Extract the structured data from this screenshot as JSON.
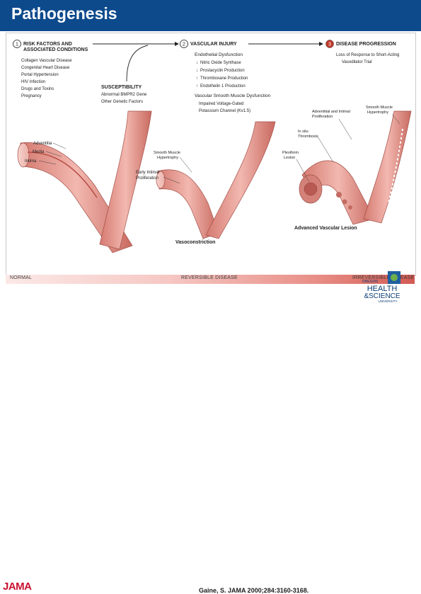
{
  "slide": {
    "title": "Pathogenesis"
  },
  "figure": {
    "steps": [
      {
        "num": "1",
        "heading_line1": "RISK FACTORS AND",
        "heading_line2": "ASSOCIATED CONDITIONS"
      },
      {
        "num": "2",
        "heading": "VASCULAR INJURY"
      },
      {
        "num": "3",
        "heading": "DISEASE PROGRESSION"
      }
    ],
    "risk_factors": [
      "Collagen Vascular Disease",
      "Congenital Heart Disease",
      "Portal Hypertension",
      "HIV Infection",
      "Drugs and Toxins",
      "Pregnancy"
    ],
    "susceptibility": {
      "heading": "SUSCEPTIBILITY",
      "line1": "Abnormal BMPR2 Gene",
      "line2": "Other Genetic Factors"
    },
    "endothelial": {
      "heading": "Endothelial Dysfunction",
      "items": [
        "Nitric Oxide Synthase",
        "Prostacyclin Production",
        "Thromboxane Production",
        "Endothelin 1 Production"
      ]
    },
    "vsm": {
      "heading": "Vascular Smooth Muscle Dysfunction",
      "line1": "Impaired Voltage-Gated",
      "line2": "Potassium Channel (Kv1.5)"
    },
    "progression": {
      "line1": "Loss of Response to Short-Acting",
      "line2": "Vasodilator Trial"
    },
    "vessel_labels": {
      "adventitia": "Adventitia",
      "media": "Media",
      "intima": "Intima",
      "smooth_muscle_hyp_1": "Smooth Muscle",
      "smooth_muscle_hyp_2": "Hypertrophy",
      "early_intimal_1": "Early Intimal",
      "early_intimal_2": "Proliferation",
      "vasoconstriction": "Vasoconstriction",
      "smooth_muscle_hyp_b1": "Smooth Muscle",
      "smooth_muscle_hyp_b2": "Hypertrophy",
      "adv_intimal_1": "Adventitial and Intimal",
      "adv_intimal_2": "Proliferation",
      "in_situ_1": "In situ",
      "in_situ_2": "Thrombosis",
      "plexiform_1": "Plexiform",
      "plexiform_2": "Lesion",
      "advanced": "Advanced Vascular Lesion"
    }
  },
  "stages": {
    "normal": "NORMAL",
    "reversible": "REVERSIBLE DISEASE",
    "irreversible": "IRREVERSIBLE DISEASE"
  },
  "footer": {
    "jama": "JAMA",
    "citation": "Gaine, S. JAMA 2000;284:3160-3168.",
    "logo_line1": "OREGON",
    "logo_line2": "HEALTH",
    "logo_line3": "&SCIENCE",
    "logo_line4": "UNIVERSITY"
  },
  "colors": {
    "title_bar": "#0d4a8c",
    "vessel": "#e8a29b",
    "vessel_dark": "#c86a62",
    "jama_red": "#c8102e"
  }
}
